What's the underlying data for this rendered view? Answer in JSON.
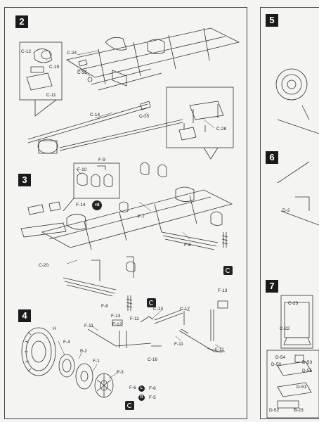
{
  "steps": {
    "s2": "2",
    "s3": "3",
    "s4": "4",
    "s5": "5",
    "s6": "6",
    "s7": "7"
  },
  "callouts": {
    "multiplier": "×8",
    "left_mark": "L",
    "right_mark": "R"
  },
  "labels": {
    "c12": "C-12",
    "c19": "C-19",
    "c11": "C-11",
    "c24": "C-24",
    "c25": "C-25",
    "c14": "C-14",
    "c15": "C-15",
    "c28": "C-28",
    "f9": "F-9",
    "f10": "F-10",
    "f14": "F-14",
    "f7": "F-7",
    "c20": "C-20",
    "f8a": "F-8",
    "f8b": "F-8",
    "f13a": "F-13",
    "f13b": "F-13",
    "c13": "C-13",
    "c17": "C-17",
    "f11a": "F-11",
    "f11b": "F-11",
    "f11c": "F-11",
    "f11d": "F-11",
    "f12": "F-12",
    "c16": "C-16",
    "h": "H",
    "f4": "F-4",
    "f2": "F-2",
    "f1": "F-1",
    "f3": "F-3",
    "f6a": "F-6",
    "f6b": "F-6",
    "f5": "F-5",
    "d2": "D-2",
    "c23": "C-23",
    "c22": "C-22",
    "d54": "D-54",
    "d50": "D-50",
    "d53": "D-53",
    "d55": "D-55",
    "d51": "D-51",
    "d52": "D-52",
    "b23": "B-23"
  }
}
